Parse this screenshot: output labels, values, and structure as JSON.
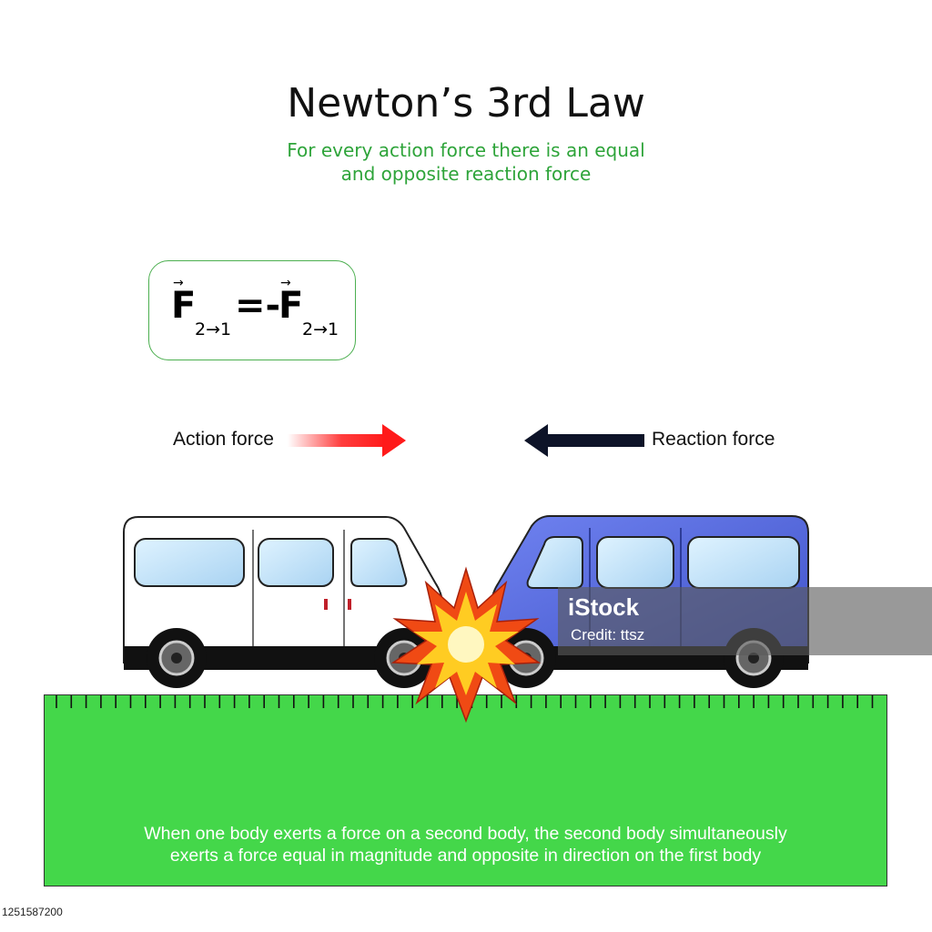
{
  "title": "Newton’s 3rd Law",
  "subtitle": {
    "line1": "For every action force there is an equal",
    "line2": "and opposite reaction force"
  },
  "formula": {
    "left_symbol": "F",
    "subscript": "2→1",
    "equals": "=-",
    "right_symbol": "F",
    "right_subscript": "2→1"
  },
  "forces": {
    "action_label": "Action force",
    "reaction_label": "Reaction force",
    "action_color": "#ff1a1a",
    "reaction_color": "#0d1328"
  },
  "vehicles": {
    "left": {
      "color": "#ffffff",
      "icon": "white-van-icon"
    },
    "right": {
      "color": "#5a6fe0",
      "icon": "blue-van-icon"
    },
    "impact_icon": "explosion-icon"
  },
  "ground": {
    "color": "#44d74a",
    "text_line1": "When one body exerts a force on a second body, the second body simultaneously",
    "text_line2": "exerts a force equal in magnitude and opposite in direction on the first body"
  },
  "watermark": {
    "logo": "iStock",
    "credit": "Credit: ttsz"
  },
  "image_id": "1251587200"
}
